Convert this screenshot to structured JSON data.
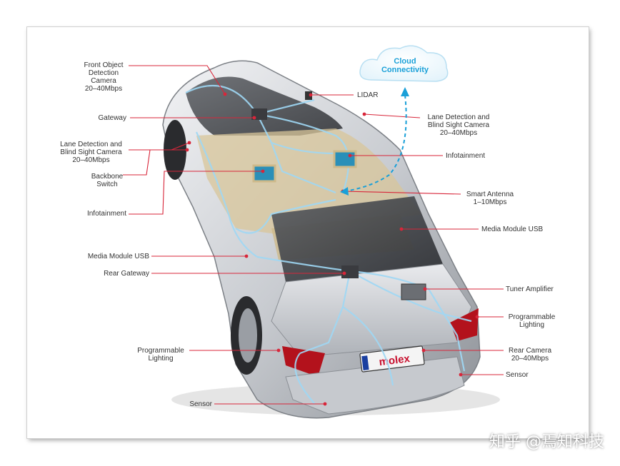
{
  "cloud": {
    "label": "Cloud\nConnectivity"
  },
  "plate": "molex",
  "watermark": "知乎 @焉知科技",
  "labels": {
    "front_camera": "Front Object\nDetection\nCamera\n20–40Mbps",
    "gateway": "Gateway",
    "lane_left": "Lane Detection and\nBlind Sight Camera\n20–40Mbps",
    "backbone": "Backbone\nSwitch",
    "infotainment_left": "Infotainment",
    "media_left": "Media Module USB",
    "rear_gateway": "Rear Gateway",
    "lighting_left": "Programmable\nLighting",
    "sensor_left": "Sensor",
    "lidar": "LIDAR",
    "lane_right": "Lane Detection and\nBlind Sight Camera\n20–40Mbps",
    "infotainment_right": "Infotainment",
    "antenna": "Smart Antenna\n1–10Mbps",
    "media_right": "Media Module USB",
    "tuner": "Tuner Amplifier",
    "lighting_right": "Programmable\nLighting",
    "rear_camera": "Rear Camera\n20–40Mbps",
    "sensor_right": "Sensor"
  },
  "colors": {
    "leader": "#d8263a",
    "network": "#9fd8f5",
    "cloud_text": "#1aa0d8"
  }
}
